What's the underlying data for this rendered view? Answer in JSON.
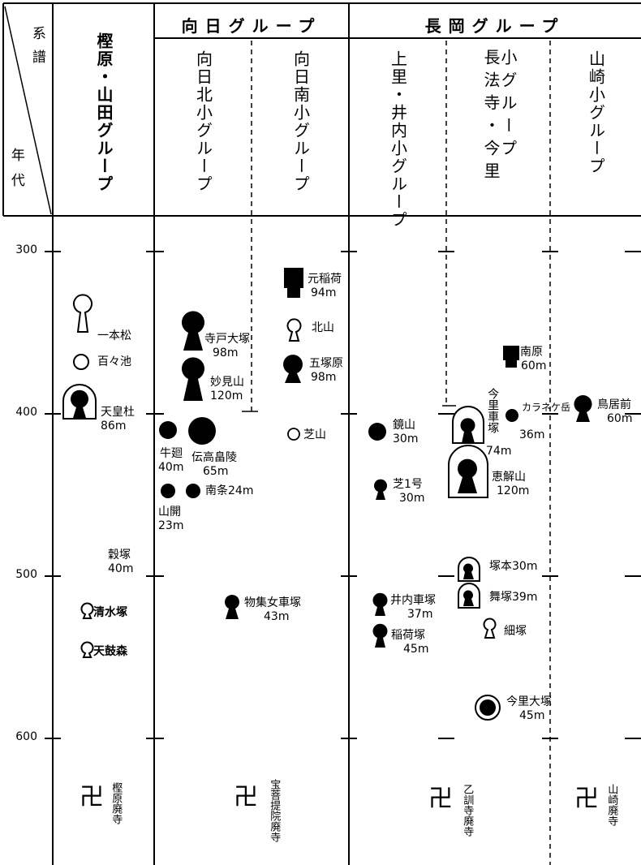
{
  "corner": {
    "top": "系譜",
    "bottom": "年代"
  },
  "groups": {
    "kashihara": "樫原・山田グループ",
    "muko": "向日グループ",
    "nagaoka": "長岡グループ"
  },
  "subgroups": {
    "muko_north": "向日北小グループ",
    "muko_south": "向日南小グループ",
    "kamisato": "上里・井内小グループ",
    "chohoji_col1": "長法寺・今里",
    "chohoji_col2": "小グループ",
    "yamazaki": "山崎小グループ"
  },
  "years": [
    "300",
    "400",
    "500",
    "600"
  ],
  "tombs": [
    {
      "name": "一本松",
      "size": ""
    },
    {
      "name": "百々池",
      "size": ""
    },
    {
      "name": "天皇杜",
      "size": "86m"
    },
    {
      "name": "穀塚",
      "size": "40m"
    },
    {
      "name": "清水塚",
      "size": ""
    },
    {
      "name": "天鼓森",
      "size": ""
    },
    {
      "name": "寺戸大塚",
      "size": "98m"
    },
    {
      "name": "妙見山",
      "size": "120m"
    },
    {
      "name": "牛廻",
      "size": "40m"
    },
    {
      "name": "伝高畠陵",
      "size": "65m"
    },
    {
      "name": "南条24m",
      "size": ""
    },
    {
      "name": "山開",
      "size": "23m"
    },
    {
      "name": "物集女車塚",
      "size": "43m"
    },
    {
      "name": "元稲荷",
      "size": "94m"
    },
    {
      "name": "北山",
      "size": ""
    },
    {
      "name": "五塚原",
      "size": "98m"
    },
    {
      "name": "芝山",
      "size": ""
    },
    {
      "name": "鏡山",
      "size": "30m"
    },
    {
      "name": "芝1号",
      "size": "30m"
    },
    {
      "name": "井内車塚",
      "size": "37m"
    },
    {
      "name": "稲荷塚",
      "size": "45m"
    },
    {
      "name": "南原",
      "size": "60m"
    },
    {
      "name": "今里車塚",
      "size": "74m"
    },
    {
      "name": "カラネケ岳",
      "size": "36m"
    },
    {
      "name": "恵解山",
      "size": "120m"
    },
    {
      "name": "塚本30m",
      "size": ""
    },
    {
      "name": "舞塚39m",
      "size": ""
    },
    {
      "name": "細塚",
      "size": ""
    },
    {
      "name": "今里大塚",
      "size": "45m"
    },
    {
      "name": "鳥居前",
      "size": "60m"
    }
  ],
  "temples": {
    "kashihara": "樫原廃寺",
    "hodaiji": "宝菩提院廃寺",
    "otokuni": "乙訓寺廃寺",
    "yamazaki": "山崎廃寺"
  }
}
